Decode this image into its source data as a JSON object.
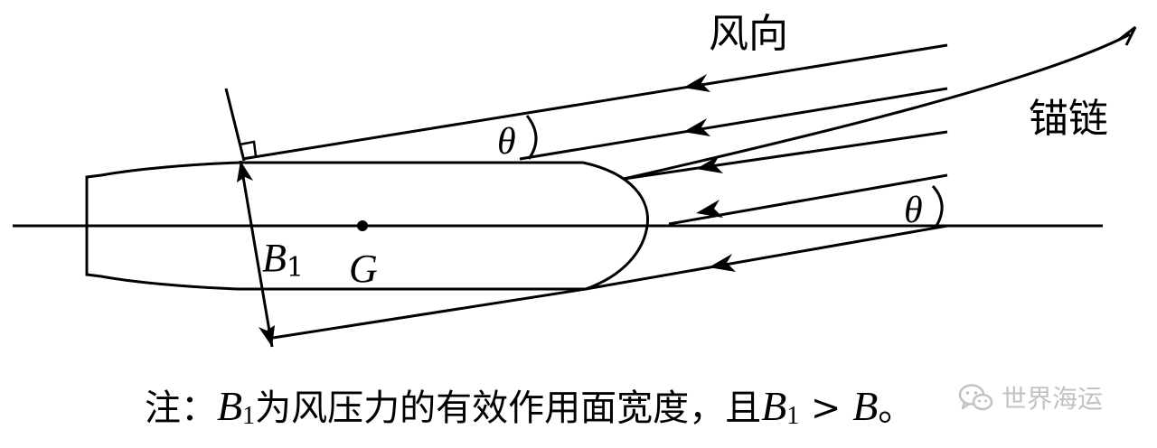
{
  "diagram": {
    "wind_label": "风向",
    "chain_label": "锚链",
    "angle_symbol": "θ",
    "width_symbol": "B",
    "width_subscript": "1",
    "center_label": "G"
  },
  "note": {
    "prefix": "注：",
    "symbol": "B",
    "subscript": "1",
    "text": "为风压力的有效作用面宽度，且",
    "symbol2": "B",
    "subscript2": "1",
    "relation": " > ",
    "symbol3": "B",
    "end": "。"
  },
  "watermark": {
    "icon": "wechat-icon",
    "text": "世界海运"
  }
}
